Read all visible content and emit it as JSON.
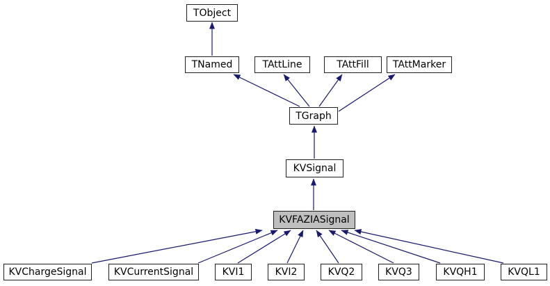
{
  "diagram": {
    "kind": "class-inheritance-graph",
    "highlighted_node": "KVFAZIASignal",
    "colors": {
      "edge": "#191970",
      "node_border": "#1f1f1f",
      "node_fill": "#ffffff",
      "highlight_fill": "#bfbfbf",
      "background": "#ffffff",
      "text": "#000000"
    },
    "nodes": {
      "tobject": {
        "label": "TObject"
      },
      "tnamed": {
        "label": "TNamed"
      },
      "tattline": {
        "label": "TAttLine"
      },
      "tattfill": {
        "label": "TAttFill"
      },
      "tattmarker": {
        "label": "TAttMarker"
      },
      "tgraph": {
        "label": "TGraph"
      },
      "kvsignal": {
        "label": "KVSignal"
      },
      "kvfaziasignal": {
        "label": "KVFAZIASignal"
      },
      "kvchargesignal": {
        "label": "KVChargeSignal"
      },
      "kvcurrentsignal": {
        "label": "KVCurrentSignal"
      },
      "kvi1": {
        "label": "KVI1"
      },
      "kvi2": {
        "label": "KVI2"
      },
      "kvq2": {
        "label": "KVQ2"
      },
      "kvq3": {
        "label": "KVQ3"
      },
      "kvqh1": {
        "label": "KVQH1"
      },
      "kvql1": {
        "label": "KVQL1"
      }
    },
    "edges": [
      {
        "from": "TNamed",
        "to": "TObject"
      },
      {
        "from": "TGraph",
        "to": "TNamed"
      },
      {
        "from": "TGraph",
        "to": "TAttLine"
      },
      {
        "from": "TGraph",
        "to": "TAttFill"
      },
      {
        "from": "TGraph",
        "to": "TAttMarker"
      },
      {
        "from": "KVSignal",
        "to": "TGraph"
      },
      {
        "from": "KVFAZIASignal",
        "to": "KVSignal"
      },
      {
        "from": "KVChargeSignal",
        "to": "KVFAZIASignal"
      },
      {
        "from": "KVCurrentSignal",
        "to": "KVFAZIASignal"
      },
      {
        "from": "KVI1",
        "to": "KVFAZIASignal"
      },
      {
        "from": "KVI2",
        "to": "KVFAZIASignal"
      },
      {
        "from": "KVQ2",
        "to": "KVFAZIASignal"
      },
      {
        "from": "KVQ3",
        "to": "KVFAZIASignal"
      },
      {
        "from": "KVQH1",
        "to": "KVFAZIASignal"
      },
      {
        "from": "KVQL1",
        "to": "KVFAZIASignal"
      }
    ]
  }
}
